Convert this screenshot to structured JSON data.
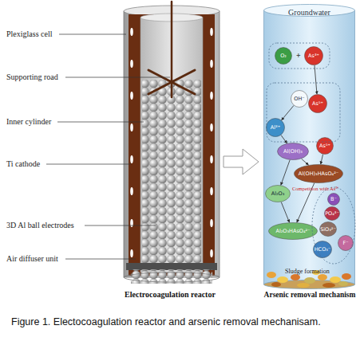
{
  "diagram": {
    "caption": "Figure 1. Electocoagulation reactor and arsenic removal mechanisam.",
    "nodes": [
      {
        "text": [
          "Groundwater"
        ]
      },
      {
        "text": [
          "O₂"
        ],
        "in": 0
      },
      {
        "text": [
          "As³⁺"
        ],
        "in": 0
      },
      {
        "text": [
          "OH⁻"
        ],
        "in": 0
      },
      {
        "text": [
          "As⁵⁺"
        ],
        "in": 0
      },
      {
        "text": [
          "Al³⁺"
        ],
        "in": 0
      },
      {
        "text": [
          "Al(OH)₃"
        ],
        "in": 0
      },
      {
        "text": [
          "As⁵⁺"
        ],
        "in": 0
      },
      {
        "text": [
          "Al(OH)₃HAsO₄²⁻"
        ],
        "in": 0
      },
      {
        "text": [
          "Al₂O₃"
        ],
        "in": 0
      },
      {
        "text": [
          "B⁻"
        ],
        "in": 0
      },
      {
        "text": [
          "PO₄³⁻"
        ],
        "in": 0
      },
      {
        "text": [
          "SiO₃²⁻"
        ],
        "in": 0
      },
      {
        "text": [
          "Al₂O₃HAsO₄²⁻"
        ],
        "in": 0
      },
      {
        "text": [
          "F⁻"
        ],
        "in": 0
      },
      {
        "text": [
          "HCO₃⁻"
        ],
        "in": 0
      }
    ],
    "edges": [
      {
        "from": 2,
        "to": 4,
        "arrow": "to"
      },
      {
        "from": 3,
        "to": 5,
        "arrow": "to"
      },
      {
        "from": 5,
        "to": 6,
        "arrow": "to"
      },
      {
        "from": 6,
        "to": 8,
        "arrow": "to"
      },
      {
        "from": 7,
        "to": 8,
        "arrow": "to"
      },
      {
        "from": 6,
        "to": 9,
        "arrow": "to"
      },
      {
        "from": 9,
        "to": 13,
        "arrow": "to"
      },
      {
        "from": 8,
        "to": 13,
        "arrow": "to"
      }
    ],
    "labels": [
      "Plexiglass cell",
      "Supporting road",
      "Inner cylinder",
      "Ti cathode",
      "3D Al ball electrodes",
      "Air diffuser unit",
      "Electrocoagulation reactor",
      "Arsenic removal mechanism",
      "+",
      "Competition with As⁵⁺",
      "Sludge formation"
    ]
  }
}
